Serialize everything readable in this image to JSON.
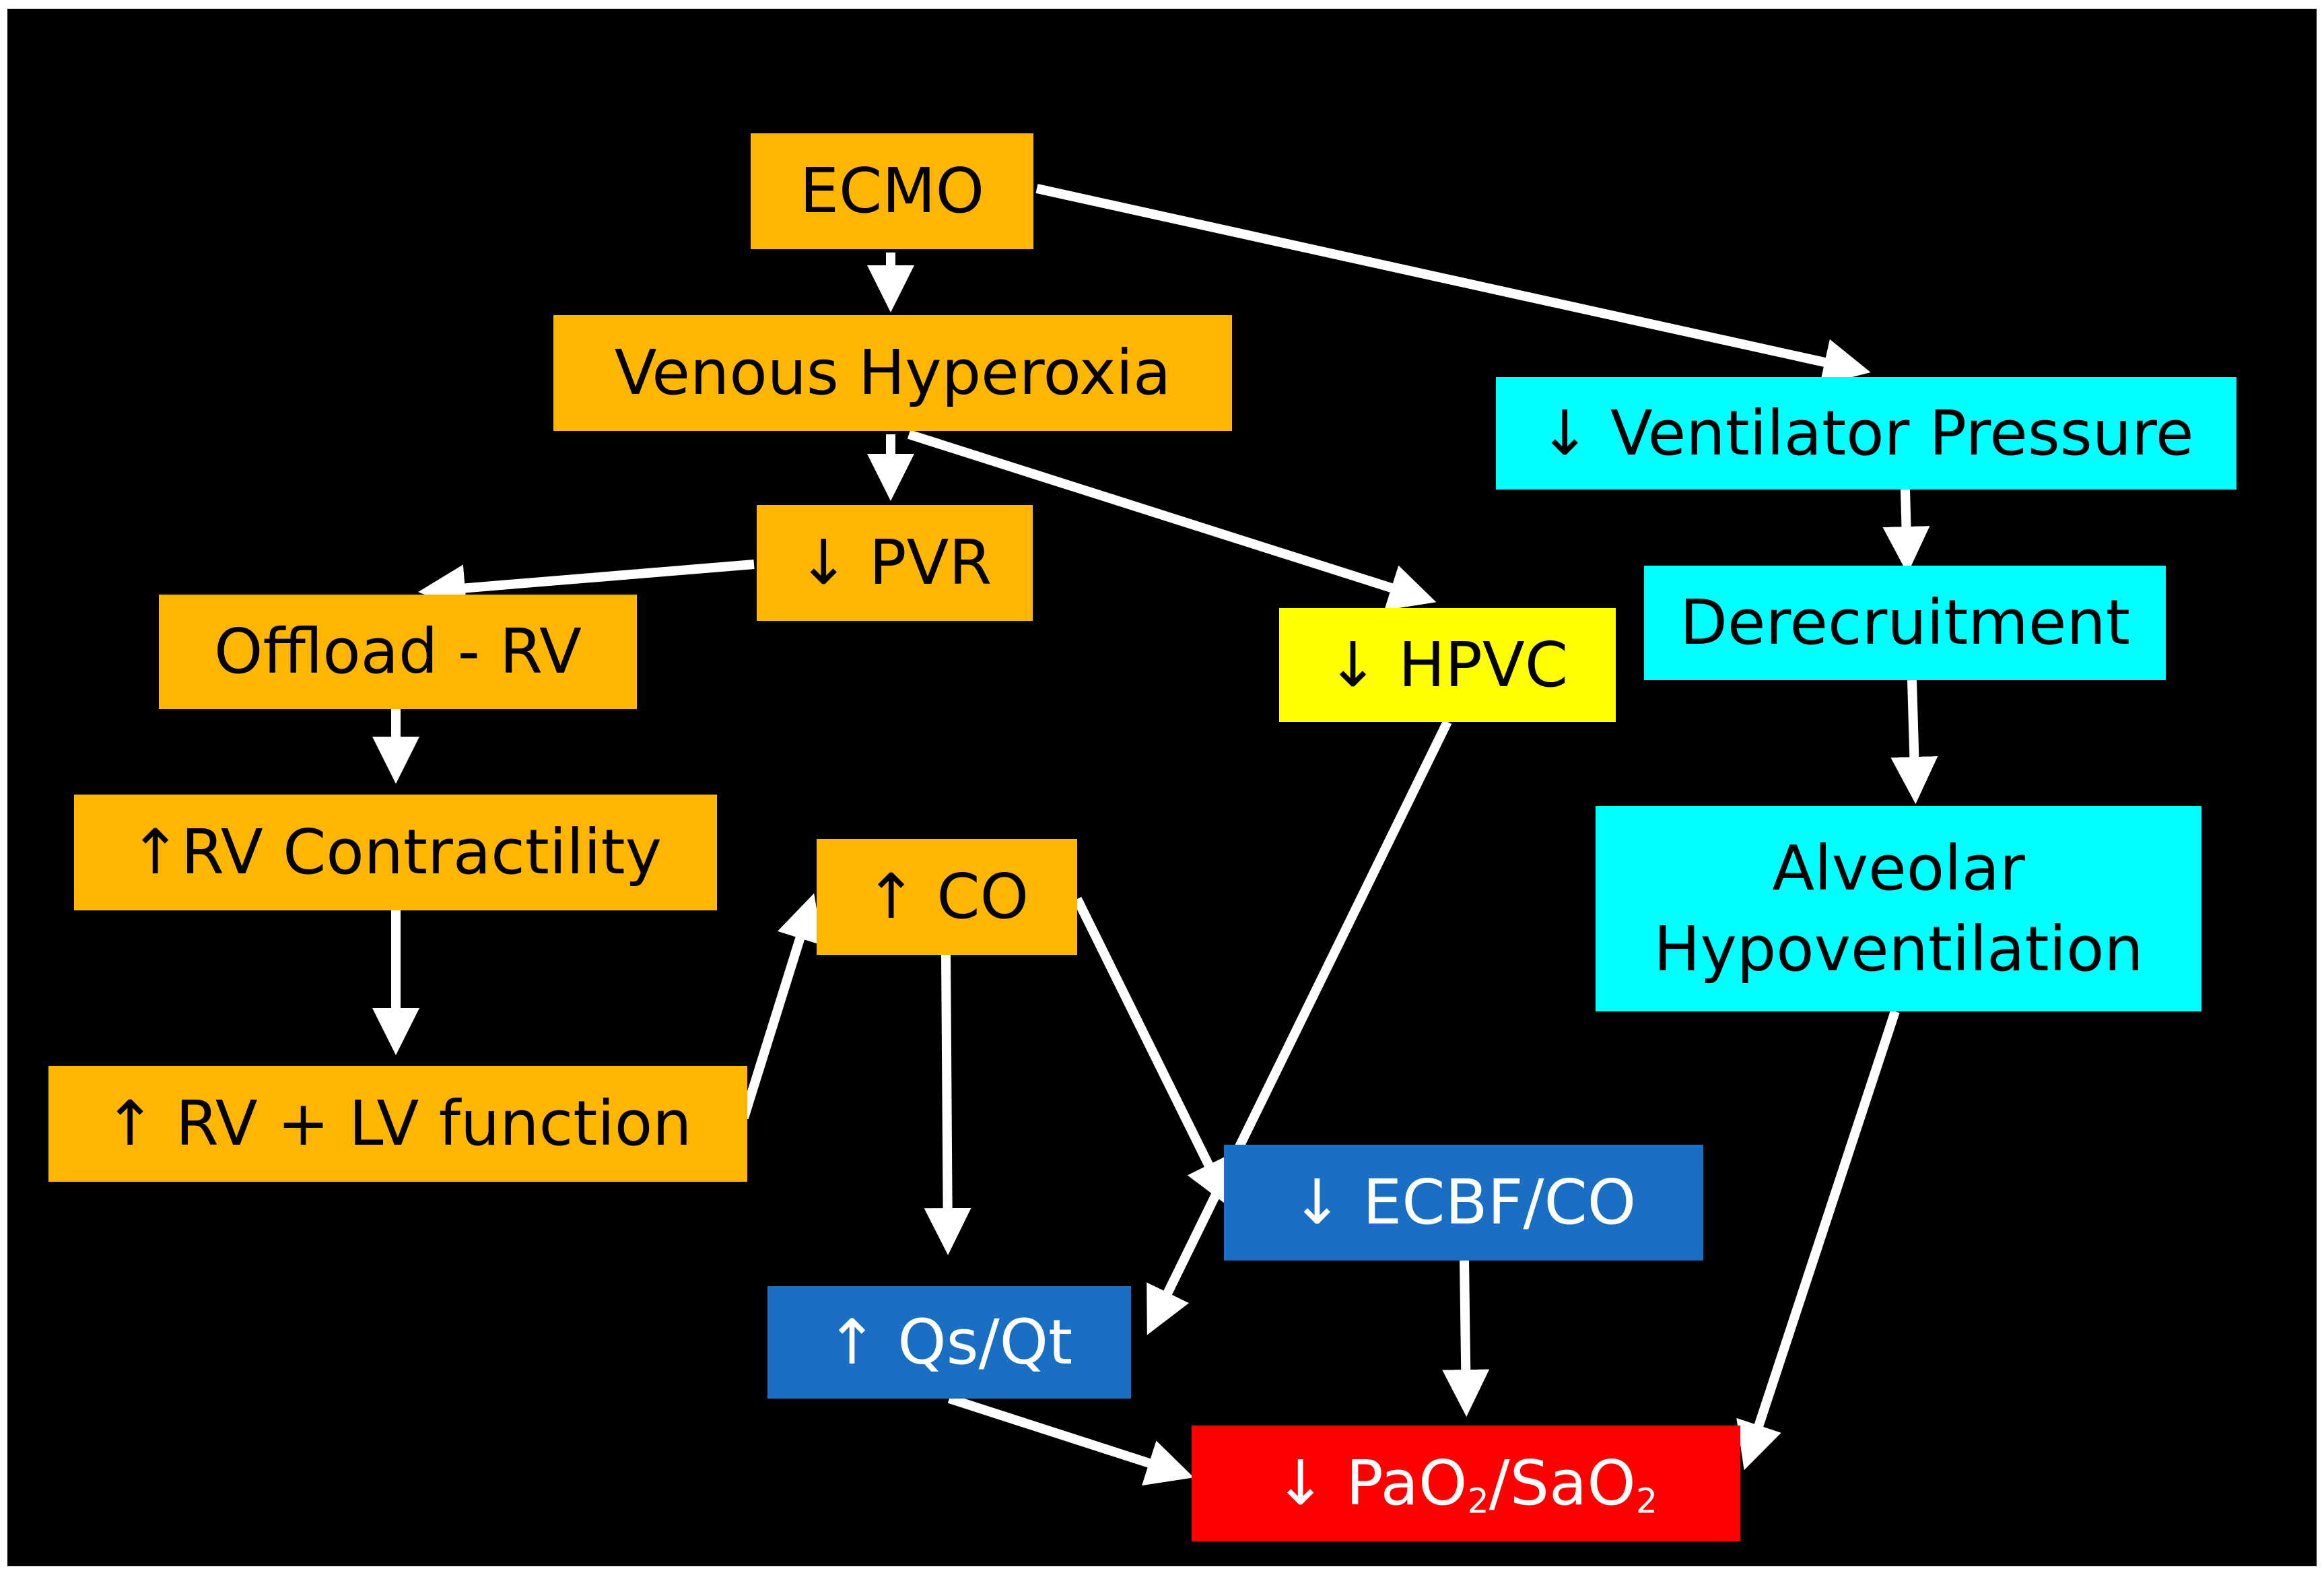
{
  "colors": {
    "background": "#000000",
    "orange": "#ffb600",
    "yellow": "#ffff00",
    "cyan": "#00ffff",
    "blue": "#1a6fc4",
    "red": "#ff0000",
    "arrow": "#ffffff"
  },
  "nodes": {
    "ecmo": {
      "label": "ECMO"
    },
    "venous_hyperoxia": {
      "label": "Venous Hyperoxia"
    },
    "pvr": {
      "label": "↓ PVR"
    },
    "offload_rv": {
      "label": "Offload - RV"
    },
    "rv_contractility": {
      "label": "↑RV Contractility"
    },
    "rv_lv_function": {
      "label": "↑ RV + LV function"
    },
    "co": {
      "label": "↑ CO"
    },
    "hpvc": {
      "label": "↓ HPVC"
    },
    "qs_qt": {
      "label": "↑ Qs/Qt"
    },
    "ecbf_co": {
      "label": "↓ ECBF/CO"
    },
    "pao2_sao2": {
      "prefix": "↓ PaO",
      "sub1": "2",
      "mid": "/SaO",
      "sub2": "2"
    },
    "ventilator_pressure": {
      "label": "↓ Ventilator Pressure"
    },
    "derecruitment": {
      "label": "Derecruitment"
    },
    "alveolar_hypoventilation": {
      "line1": "Alveolar",
      "line2": "Hypoventilation"
    }
  },
  "edges": [
    {
      "from": "ECMO",
      "to": "Venous Hyperoxia"
    },
    {
      "from": "ECMO",
      "to": "↓ Ventilator Pressure"
    },
    {
      "from": "Venous Hyperoxia",
      "to": "↓ PVR"
    },
    {
      "from": "Venous Hyperoxia",
      "to": "↓ HPVC"
    },
    {
      "from": "↓ PVR",
      "to": "Offload - RV"
    },
    {
      "from": "Offload - RV",
      "to": "↑RV Contractility"
    },
    {
      "from": "↑RV Contractility",
      "to": "↑ RV + LV function"
    },
    {
      "from": "↑ RV + LV function",
      "to": "↑ CO"
    },
    {
      "from": "↑ CO",
      "to": "↑ Qs/Qt"
    },
    {
      "from": "↑ CO",
      "to": "↓ ECBF/CO"
    },
    {
      "from": "↓ HPVC",
      "to": "↑ Qs/Qt"
    },
    {
      "from": "↓ ECBF/CO",
      "to": "↓ PaO2/SaO2"
    },
    {
      "from": "↑ Qs/Qt",
      "to": "↓ PaO2/SaO2"
    },
    {
      "from": "↓ Ventilator Pressure",
      "to": "Derecruitment"
    },
    {
      "from": "Derecruitment",
      "to": "Alveolar Hypoventilation"
    },
    {
      "from": "Alveolar Hypoventilation",
      "to": "↓ PaO2/SaO2"
    }
  ]
}
